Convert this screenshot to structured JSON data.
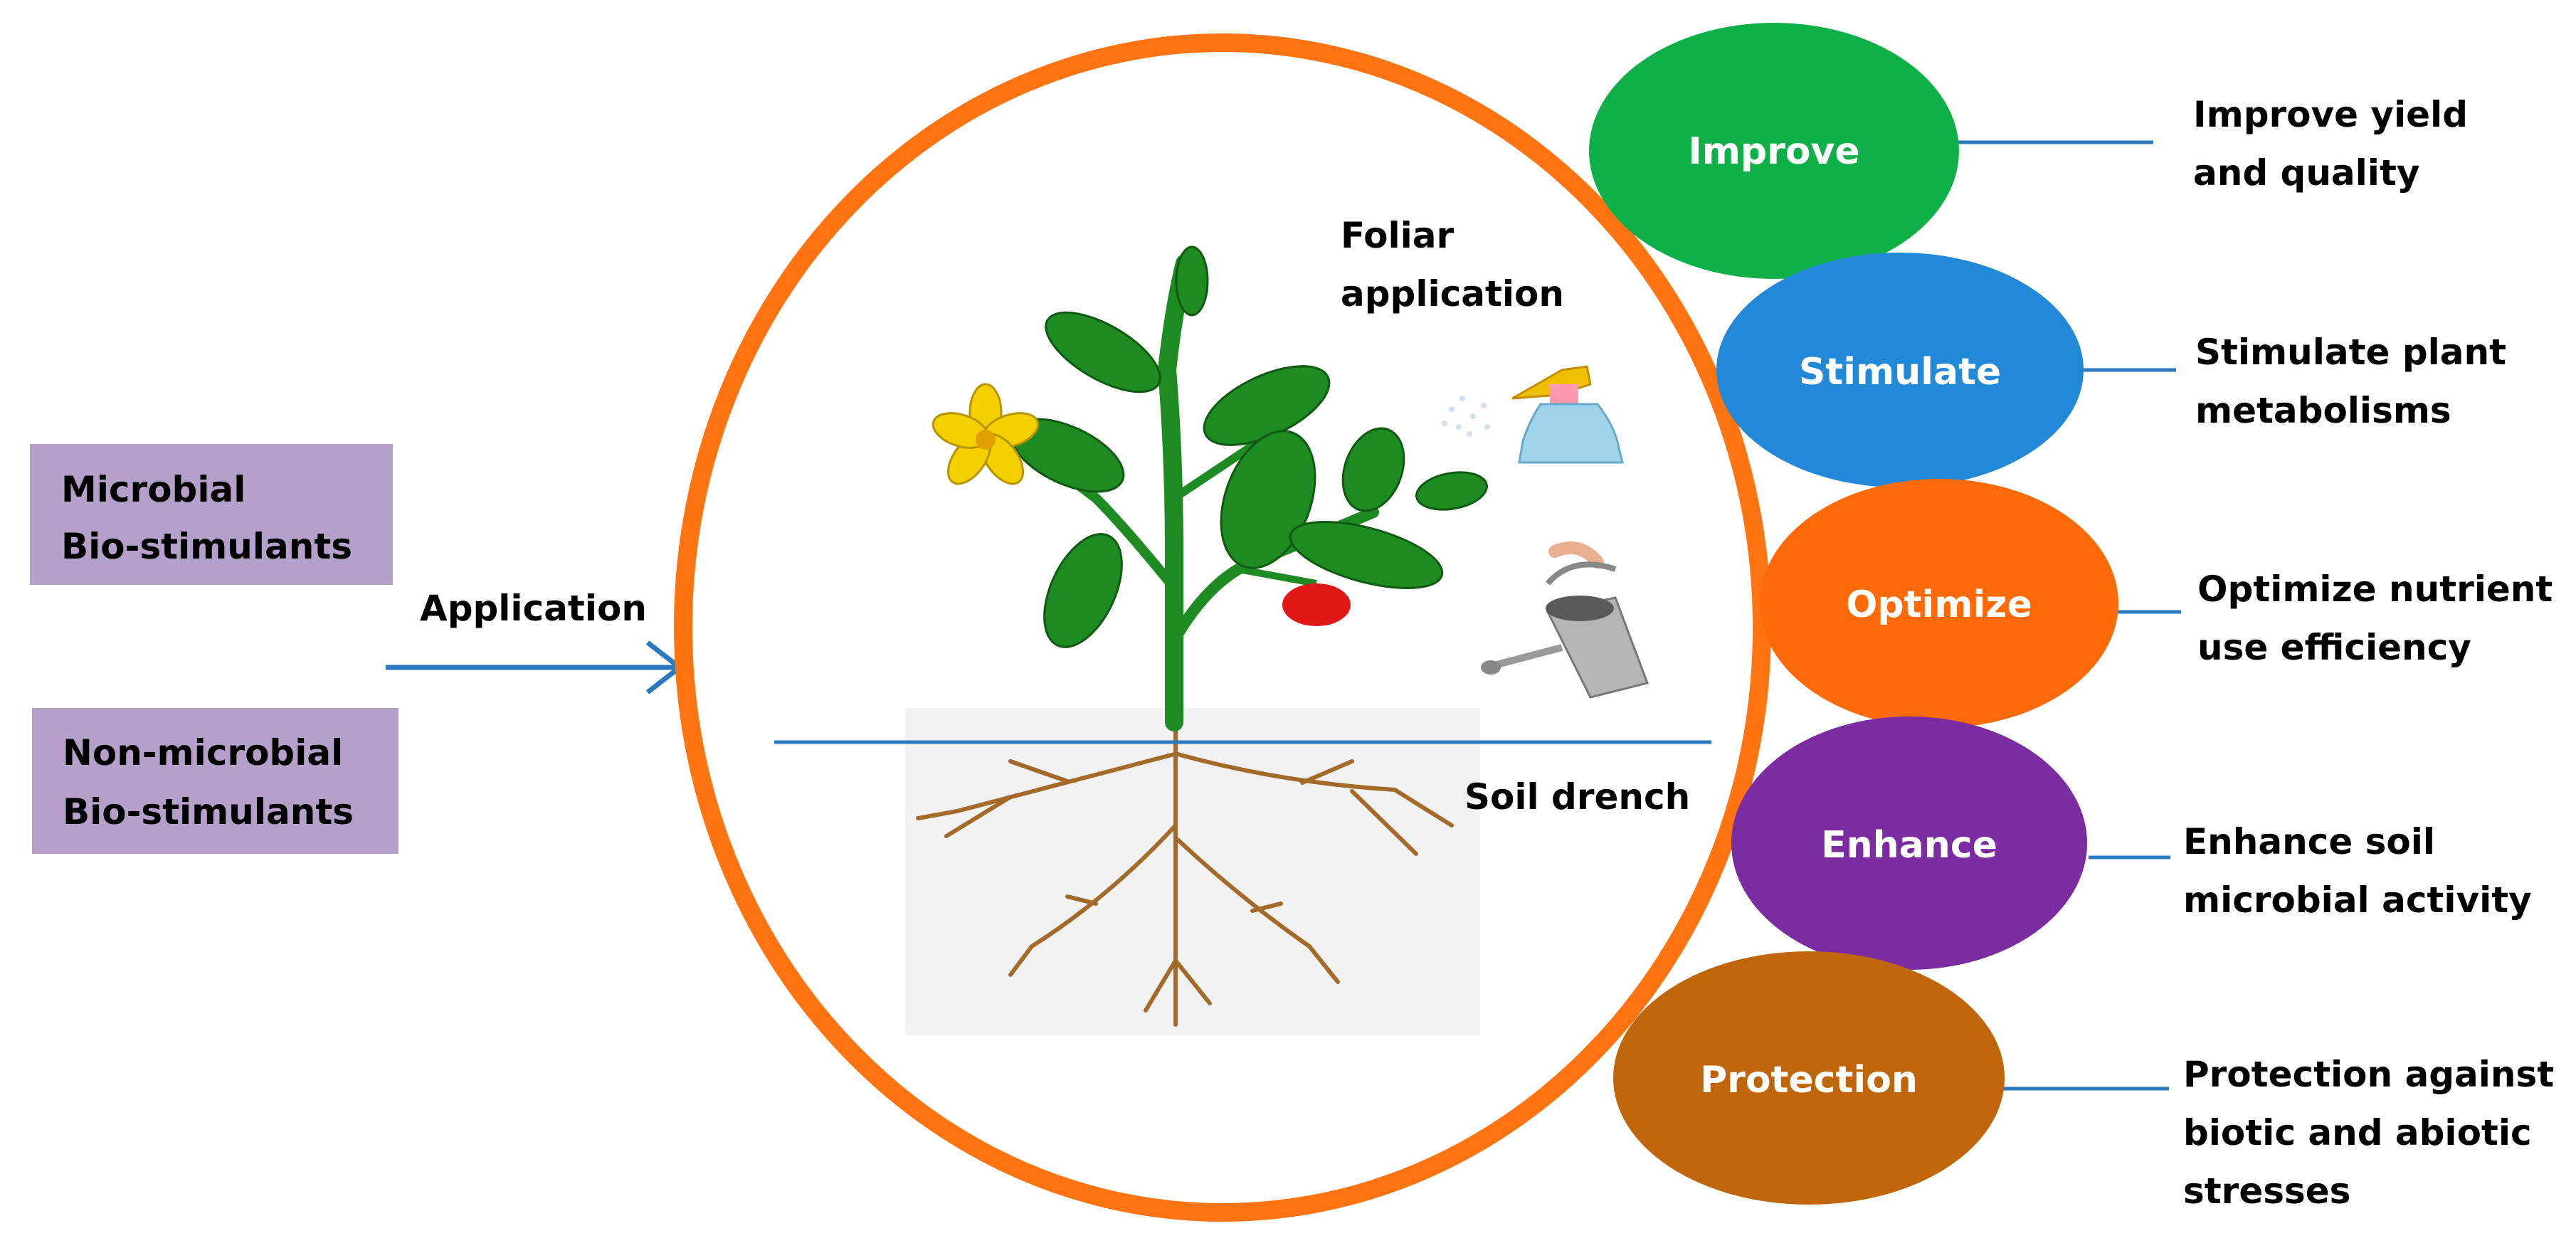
{
  "inputs": {
    "microbial": [
      "Microbial",
      "Bio-stimulants"
    ],
    "non_microbial": [
      "Non-microbial",
      "Bio-stimulants"
    ],
    "box_color": "#b4a0c8"
  },
  "arrow_label": "Application",
  "center": {
    "foliar": [
      "Foliar",
      "application"
    ],
    "soil": "Soil drench",
    "ring_color": "#ff7410"
  },
  "effects": [
    {
      "oval": "Improve",
      "color": "#10b048",
      "desc": [
        "Improve yield",
        "and quality"
      ]
    },
    {
      "oval": "Stimulate",
      "color": "#2288d8",
      "desc": [
        "Stimulate plant",
        "metabolisms"
      ]
    },
    {
      "oval": "Optimize",
      "color": "#ff6a08",
      "desc": [
        "Optimize nutrient",
        "use efficiency"
      ]
    },
    {
      "oval": "Enhance",
      "color": "#7a2ca0",
      "desc": [
        "Enhance soil",
        "microbial activity"
      ]
    },
    {
      "oval": "Protection",
      "color": "#c0660a",
      "desc": [
        "Protection against",
        "biotic and abiotic",
        "stresses"
      ]
    }
  ],
  "icons": {
    "plant": "plant-with-roots-icon",
    "spray": "spray-bottle-icon",
    "can": "watering-can-icon",
    "arrow": "arrow-right-icon"
  }
}
